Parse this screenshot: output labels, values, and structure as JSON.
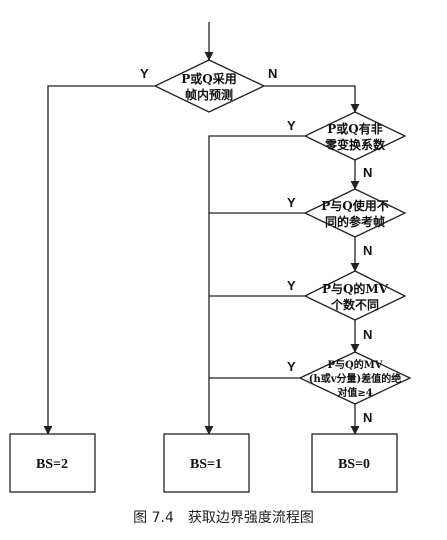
{
  "diagram": {
    "decisions": [
      {
        "id": "d1",
        "lines": [
          "P或Q采用",
          "帧内预测"
        ],
        "yes": "Y",
        "no": "N"
      },
      {
        "id": "d2",
        "lines": [
          "P或Q有非",
          "零变换系数"
        ],
        "yes": "Y",
        "no": "N"
      },
      {
        "id": "d3",
        "lines": [
          "P与Q使用不",
          "同的参考帧"
        ],
        "yes": "Y",
        "no": "N"
      },
      {
        "id": "d4",
        "lines": [
          "P与Q的MV",
          "个数不同"
        ],
        "yes": "Y",
        "no": "N"
      },
      {
        "id": "d5",
        "lines": [
          "P与Q的MV",
          "(h或v分量)差值的绝",
          "对值≥4"
        ],
        "yes": "Y",
        "no": "N"
      }
    ],
    "results": [
      {
        "id": "r2",
        "label": "BS=2"
      },
      {
        "id": "r1",
        "label": "BS=1"
      },
      {
        "id": "r0",
        "label": "BS=0"
      }
    ],
    "caption": "图 7.4　获取边界强度流程图"
  }
}
